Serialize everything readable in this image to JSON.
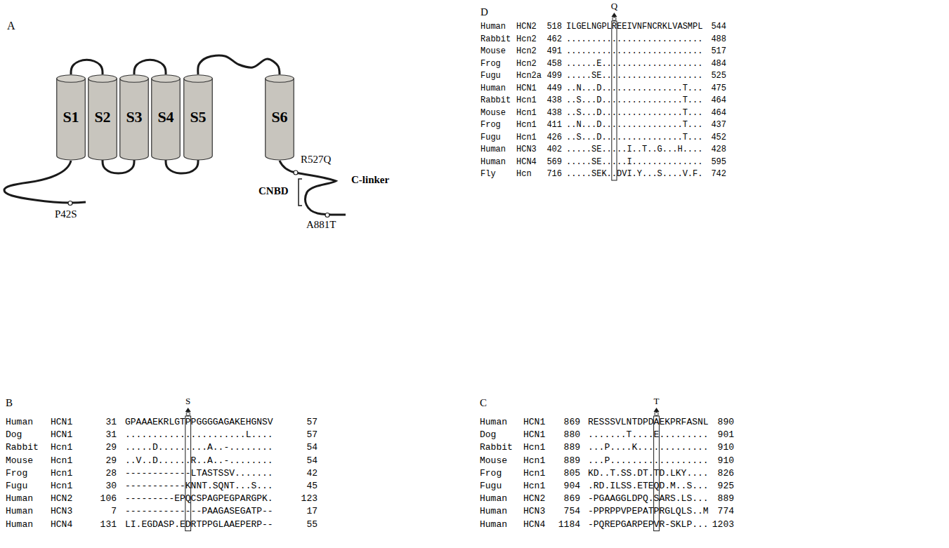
{
  "diagram": {
    "nodes": [
      {
        "text": [
          "S1"
        ]
      },
      {
        "text": [
          "S2"
        ]
      },
      {
        "text": [
          "S3"
        ]
      },
      {
        "text": [
          "S4"
        ]
      },
      {
        "text": [
          "S5"
        ]
      },
      {
        "text": [
          "S6"
        ]
      }
    ],
    "edges": [
      {
        "from": 0,
        "to": 1,
        "arrow": "none"
      },
      {
        "from": 1,
        "to": 2,
        "arrow": "none"
      },
      {
        "from": 2,
        "to": 3,
        "arrow": "none"
      },
      {
        "from": 3,
        "to": 4,
        "arrow": "none"
      },
      {
        "from": 4,
        "to": 5,
        "arrow": "none"
      }
    ],
    "labels": [
      "A",
      "P42S",
      "R527Q",
      "C-linker",
      "CNBD",
      "A881T",
      "D",
      "Q",
      "Human",
      "HCN2",
      "518",
      "ILGELNGPLREEIVNFNCRKLVASMPL",
      "544",
      "Rabbit",
      "Hcn2",
      "462",
      "...........................",
      "488",
      "Mouse",
      "Hcn2",
      "491",
      "...........................",
      "517",
      "Frog",
      "Hcn2",
      "458",
      "......E....................",
      "484",
      "Fugu",
      "Hcn2a",
      "499",
      ".....SE....................",
      "525",
      "Human",
      "HCN1",
      "449",
      "..N...D................T...",
      "475",
      "Rabbit",
      "Hcn1",
      "438",
      "..S...D................T...",
      "464",
      "Mouse",
      "Hcn1",
      "438",
      "..S...D................T...",
      "464",
      "Frog",
      "Hcn1",
      "411",
      "..N...D................T...",
      "437",
      "Fugu",
      "Hcn1",
      "426",
      "..S...D................T...",
      "452",
      "Human",
      "HCN3",
      "402",
      ".....SE.....I..T..G...H....",
      "428",
      "Human",
      "HCN4",
      "569",
      ".....SE.....I..............",
      "595",
      "Fly",
      "Hcn",
      "716",
      ".....SEK..DVI.Y...S....V.F.",
      "742",
      "B",
      "S",
      "Human",
      "HCN1",
      "31",
      "GPAAAEKRLGTPPGGGGAGAKEHGNSV",
      "57",
      "Dog",
      "HCN1",
      "31",
      "......................L....",
      "57",
      "Rabbit",
      "Hcn1",
      "29",
      ".....D.........A..-........",
      "54",
      "Mouse",
      "Hcn1",
      "29",
      "..V..D......R..A..-........",
      "54",
      "Frog",
      "Hcn1",
      "28",
      "------------LTASTSSV.......",
      "42",
      "Fugu",
      "Hcn1",
      "30",
      "-----------KNNT.SQNT...S...",
      "45",
      "Human",
      "HCN2",
      "106",
      "---------EPQCSPAGPEGPARGPK.",
      "123",
      "Human",
      "HCN3",
      "7",
      "--------------PAAGASEGATP--",
      "17",
      "Human",
      "HCN4",
      "131",
      "LI.EGDASP.EDRTPPGLAAEPERP--",
      "55",
      "C",
      "T",
      "Human",
      "HCN1",
      "869",
      "RESSSVLNTDPDAEKPRFASNL",
      "890",
      "Dog",
      "HCN1",
      "880",
      ".......T....E.........",
      "901",
      "Rabbit",
      "Hcn1",
      "889",
      "...P....K.............",
      "910",
      "Mouse",
      "Hcn1",
      "889",
      "...P..................",
      "910",
      "Frog",
      "Hcn1",
      "805",
      "KD..T.SS.DT.TD.LKY....",
      "826",
      "Fugu",
      "Hcn1",
      "904",
      ".RD.ILSS.ETEQD.M..S...",
      "925",
      "Human",
      "HCN2",
      "869",
      "-PGAAGGLDPQ.SARS.LS...",
      "889",
      "Human",
      "HCN3",
      "754",
      "-PPRPPVPEPATPRGLQLS..M",
      "774",
      "Human",
      "HCN4",
      "1184",
      "-PQREPGARPEPVR-SKLP...",
      "1203"
    ]
  }
}
